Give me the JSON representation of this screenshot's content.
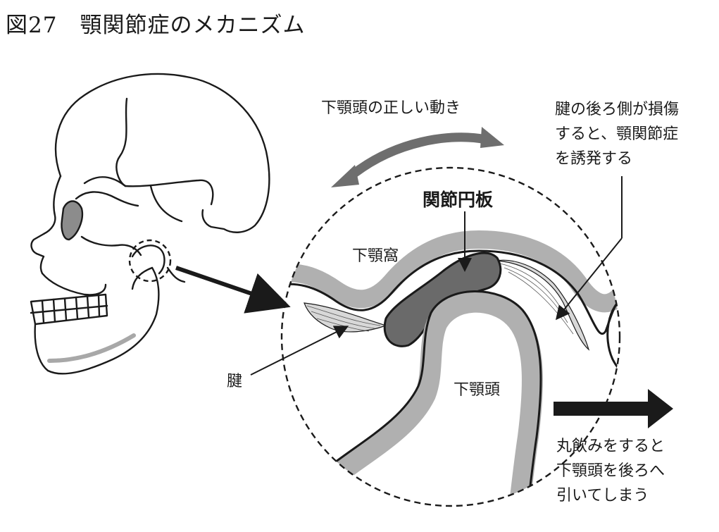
{
  "title": "図27　顎関節症のメカニズム",
  "labels": {
    "correct_motion": "下顎頭の正しい動き",
    "tendon_damage": "腱の後ろ側が損傷\nすると、顎関節症\nを誘発する",
    "disc": "関節円板",
    "fossa": "下顎窩",
    "tendon": "腱",
    "condyle": "下顎頭",
    "swallow": "丸飲みをすると\n下顎頭を後ろへ\n引いてしまう"
  },
  "colors": {
    "ink": "#1a1a1a",
    "arrow_gray": "#6e6e6e",
    "bone_gray": "#a8a8a8",
    "disc_gray": "#6a6a6a",
    "tendon_gray": "#d8d8d8"
  },
  "icons": [
    "skull-illustration",
    "jaw-joint-magnified-circle",
    "curved-double-arrow",
    "pointer-arrow"
  ]
}
